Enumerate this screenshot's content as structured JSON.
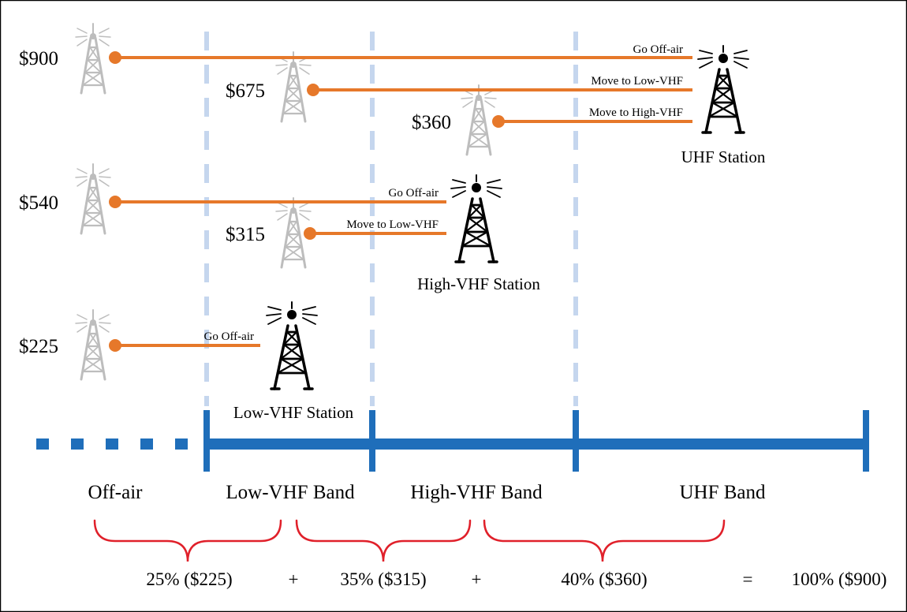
{
  "prices": {
    "uhf_offair": "$900",
    "uhf_lowvhf": "$675",
    "uhf_highvhf": "$360",
    "hvhf_offair": "$540",
    "hvhf_lowvhf": "$315",
    "lvhf_offair": "$225"
  },
  "actions": {
    "go_off_air": "Go Off-air",
    "move_low_vhf": "Move to Low-VHF",
    "move_high_vhf": "Move to High-VHF"
  },
  "stations": {
    "uhf": "UHF Station",
    "high_vhf": "High-VHF Station",
    "low_vhf": "Low-VHF Station"
  },
  "bands": {
    "off_air": "Off-air",
    "low_vhf": "Low-VHF Band",
    "high_vhf": "High-VHF Band",
    "uhf": "UHF Band"
  },
  "breakdown": {
    "low": "25% ($225)",
    "plus1": "+",
    "mid": "35% ($315)",
    "plus2": "+",
    "high": "40% ($360)",
    "equals": "=",
    "total": "100% ($900)"
  },
  "colors": {
    "line": "#E6782A",
    "band": "#1F6EBA",
    "dashed": "#C5D6EE",
    "brace": "#E0202A",
    "tower_active": "#000000",
    "tower_ghost": "#BBBBBB"
  }
}
